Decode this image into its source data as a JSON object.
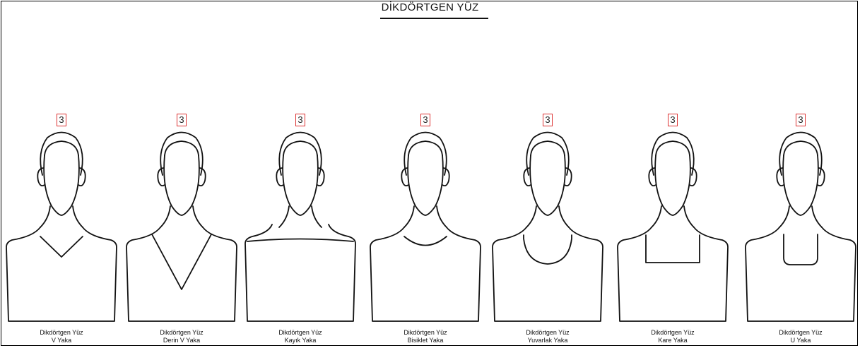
{
  "title": "DİKDÖRTGEN YÜZ",
  "figures": [
    {
      "badge": "3",
      "line1": "Dikdörtgen Yüz",
      "line2": "V Yaka",
      "neckline": "v"
    },
    {
      "badge": "3",
      "line1": "Dikdörtgen Yüz",
      "line2": "Derin V Yaka",
      "neckline": "deep-v"
    },
    {
      "badge": "3",
      "line1": "Dikdörtgen Yüz",
      "line2": "Kayık Yaka",
      "neckline": "boat"
    },
    {
      "badge": "3",
      "line1": "Dikdörtgen Yüz",
      "line2": "Bisiklet Yaka",
      "neckline": "crew"
    },
    {
      "badge": "3",
      "line1": "Dikdörtgen Yüz",
      "line2": "Yuvarlak Yaka",
      "neckline": "round"
    },
    {
      "badge": "3",
      "line1": "Dikdörtgen Yüz",
      "line2": "Kare Yaka",
      "neckline": "square"
    },
    {
      "badge": "3",
      "line1": "Dikdörtgen Yüz",
      "line2": "U Yaka",
      "neckline": "u"
    }
  ],
  "colors": {
    "badge_border": "#dd3333",
    "line": "#111111"
  }
}
